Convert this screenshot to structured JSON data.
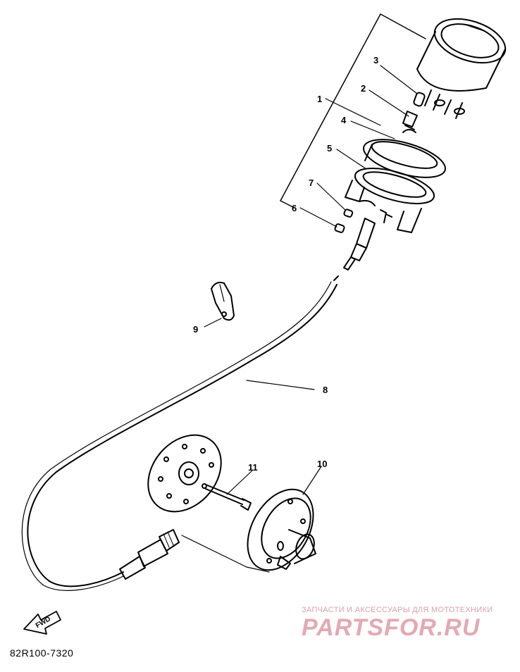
{
  "diagram": {
    "part_numbers": [
      "1",
      "2",
      "3",
      "4",
      "5",
      "6",
      "7",
      "8",
      "9",
      "10",
      "11"
    ],
    "direction_label": "FWD",
    "drawing_code": "82R100-7320"
  },
  "watermark": {
    "subtitle": "ЗАПЧАСТИ И АКСЕССУАРЫ ДЛЯ МОТОТЕХНИКИ",
    "brand": "PARTSFOR.RU"
  }
}
